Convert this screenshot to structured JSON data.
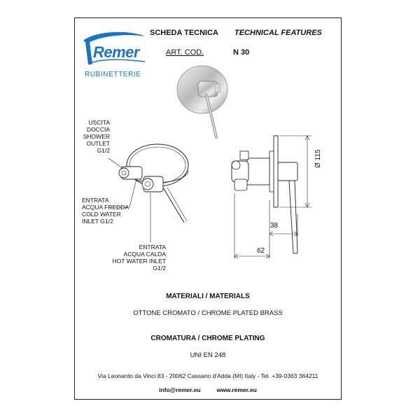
{
  "header": {
    "brand": "Remer",
    "brand_sub": "RUBINETTERIE",
    "title_it": "SCHEDA TECNICA",
    "title_en": "TECHNICAL FEATURES",
    "art_cod_label": "ART. COD.",
    "art_cod_value": "N 30"
  },
  "labels": {
    "outlet": [
      "USCITA",
      "DOCCIA",
      "SHOWER",
      "OUTLET",
      "G1/2"
    ],
    "cold": [
      "ENTRATA",
      "ACQUA FREDDA",
      "COLD WATER",
      "INLET G1/2"
    ],
    "hot": [
      "ENTRATA",
      "ACQUA CALDA",
      "HOT WATER INLET",
      "G1/2"
    ]
  },
  "dimensions": {
    "diameter": "Ø 115",
    "depth_small": "38",
    "depth_large": "62"
  },
  "materials": {
    "title": "MATERIALI / MATERIALS",
    "value": "OTTONE CROMATO / CHROME PLATED BRASS"
  },
  "plating": {
    "title": "CROMATURA / CHROME PLATING",
    "value": "UNI EN 248"
  },
  "footer": {
    "address": "Via Leonardo da Vinci 83 - 20062 Cassano d'Adda (MI) Italy - Tel. +39-0363 364211",
    "email": "info@remer.eu",
    "website": "www.remer.eu"
  },
  "colors": {
    "brand_blue": "#1a73c8",
    "line": "#222222"
  }
}
